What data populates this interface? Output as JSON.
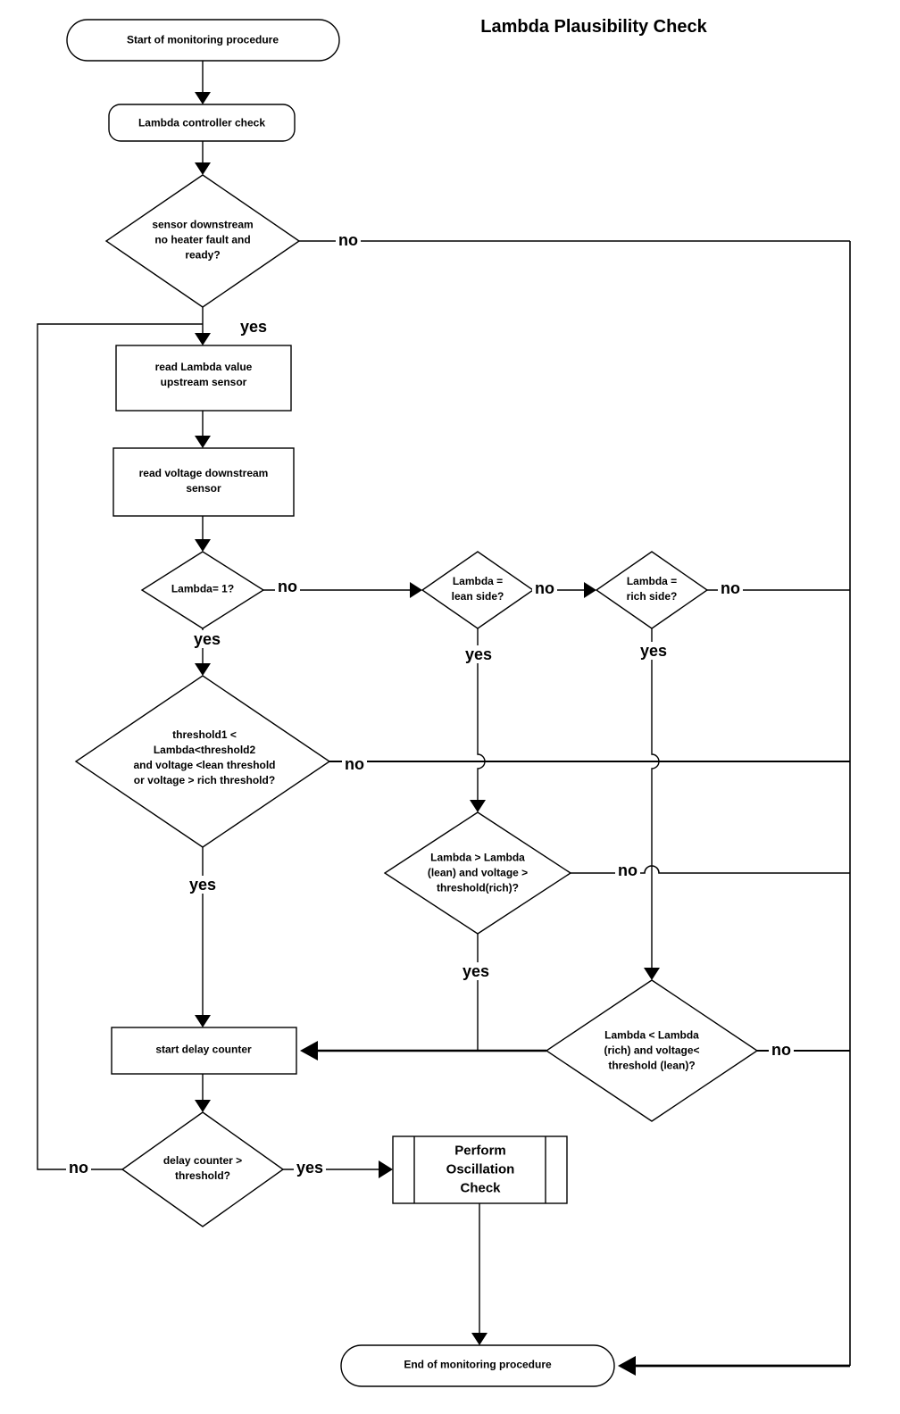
{
  "title": "Lambda Plausibility Check",
  "colors": {
    "line": "#000000",
    "background": "#ffffff",
    "text": "#000000"
  },
  "nodes": {
    "start": {
      "type": "terminator",
      "label": "Start of monitoring procedure"
    },
    "controller_check": {
      "type": "rounded-process",
      "label": "Lambda controller check"
    },
    "sensor_ready": {
      "type": "decision",
      "label": "sensor downstream\nno heater fault and\nready?"
    },
    "read_lambda": {
      "type": "process",
      "label": "read Lambda value\nupstream sensor"
    },
    "read_voltage": {
      "type": "process",
      "label": "read voltage downstream\nsensor"
    },
    "lambda_equals_1": {
      "type": "decision",
      "label": "Lambda= 1?"
    },
    "lambda_lean": {
      "type": "decision",
      "label": "Lambda =\nlean side?"
    },
    "lambda_rich": {
      "type": "decision",
      "label": "Lambda =\nrich side?"
    },
    "threshold_check": {
      "type": "decision",
      "label": "threshold1 <\nLambda<threshold2\nand voltage <lean threshold\nor voltage > rich threshold?"
    },
    "lean_voltage_check": {
      "type": "decision",
      "label": "Lambda > Lambda\n(lean) and voltage >\nthreshold(rich)?"
    },
    "rich_voltage_check": {
      "type": "decision",
      "label": "Lambda < Lambda\n(rich) and voltage<\nthreshold (lean)?"
    },
    "start_delay_counter": {
      "type": "process",
      "label": "start delay counter"
    },
    "delay_counter_check": {
      "type": "decision",
      "label": "delay counter >\nthreshold?"
    },
    "oscillation_check": {
      "type": "predefined-process",
      "label": "Perform\nOscillation\nCheck"
    },
    "end": {
      "type": "terminator",
      "label": "End of monitoring procedure"
    }
  },
  "edge_labels": {
    "sensor_ready_no": "no",
    "sensor_ready_yes": "yes",
    "lambda_equals_1_no": "no",
    "lambda_equals_1_yes": "yes",
    "lambda_lean_no": "no",
    "lambda_lean_yes": "yes",
    "lambda_rich_no": "no",
    "lambda_rich_yes": "yes",
    "threshold_check_no": "no",
    "threshold_check_yes": "yes",
    "lean_voltage_check_no": "no",
    "lean_voltage_check_yes": "yes",
    "rich_voltage_check_no": "no",
    "delay_counter_no": "no",
    "delay_counter_yes": "yes"
  }
}
